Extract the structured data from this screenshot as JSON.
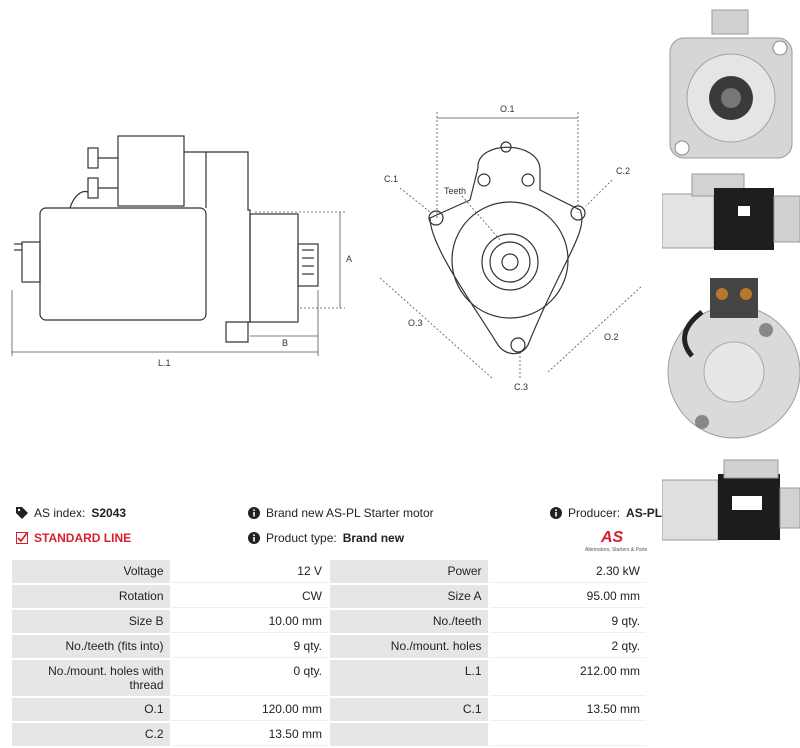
{
  "drawing": {
    "side_labels": {
      "a": "A",
      "b": "B",
      "l1": "L.1"
    },
    "front_labels": {
      "o1": "O.1",
      "o2": "O.2",
      "o3": "O.3",
      "c1": "C.1",
      "c2": "C.2",
      "c3": "C.3",
      "teeth": "Teeth"
    }
  },
  "info": {
    "as_index_label": "AS index:",
    "as_index_value": "S2043",
    "description": "Brand new AS-PL Starter motor",
    "producer_label": "Producer:",
    "producer_value": "AS-PL",
    "standard_line": "STANDARD LINE",
    "product_type_label": "Product type:",
    "product_type_value": "Brand new",
    "logo_text": "AS",
    "logo_tagline": "Alternators, Starters & Parts"
  },
  "colors": {
    "accent_red": "#d6212b",
    "key_bg": "#e6e6e6"
  },
  "specs": [
    [
      "Voltage",
      "12 V",
      "Power",
      "2.30 kW"
    ],
    [
      "Rotation",
      "CW",
      "Size A",
      "95.00 mm"
    ],
    [
      "Size B",
      "10.00 mm",
      "No./teeth",
      "9 qty."
    ],
    [
      "No./teeth (fits into)",
      "9 qty.",
      "No./mount. holes",
      "2 qty."
    ],
    [
      "No./mount. holes with thread",
      "0 qty.",
      "L.1",
      "212.00 mm"
    ],
    [
      "O.1",
      "120.00 mm",
      "C.1",
      "13.50 mm"
    ],
    [
      "C.2",
      "13.50 mm",
      "",
      ""
    ]
  ]
}
